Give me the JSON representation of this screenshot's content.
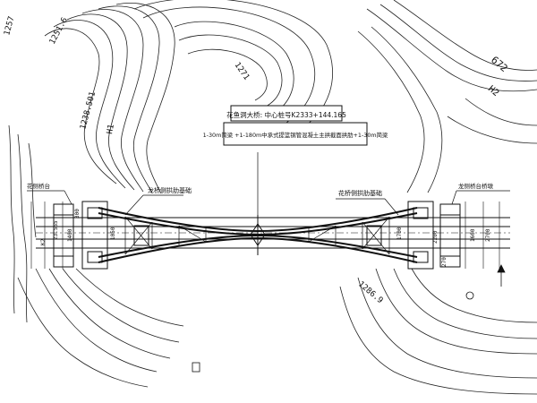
{
  "title_box": {
    "line1": "花鱼洞大桥: 中心桩号K2333+144.165",
    "line2": "1-30m简梁 +1-180m中承式提篮钢管混凝土主拱截面拱肋+1-30m简梁"
  },
  "callouts": {
    "left_arch": "龙桥侧拱肋基础",
    "right_arch": "花桥侧拱肋基础",
    "left_abutment": "花侧桥台",
    "right_abutment": "龙侧桥台桥墩"
  },
  "contour_labels": {
    "top_left_1": "1251.6",
    "top_left_2": "1238.501",
    "top_left_3": "1257",
    "top_right_1": "1271",
    "top_right_2": "672",
    "top_right_3": "H2",
    "bottom_right": "1286.9",
    "mid_left": "H1"
  },
  "dimension_labels": {
    "left_elev": "23.555",
    "left_elev2": "K2",
    "left_d1": "1400",
    "left_d2": "300",
    "left_d3": "1050",
    "right_d1": "1700",
    "right_d2": "2200",
    "right_d3": "1660",
    "right_d4": "2700",
    "right_d5": "270"
  }
}
